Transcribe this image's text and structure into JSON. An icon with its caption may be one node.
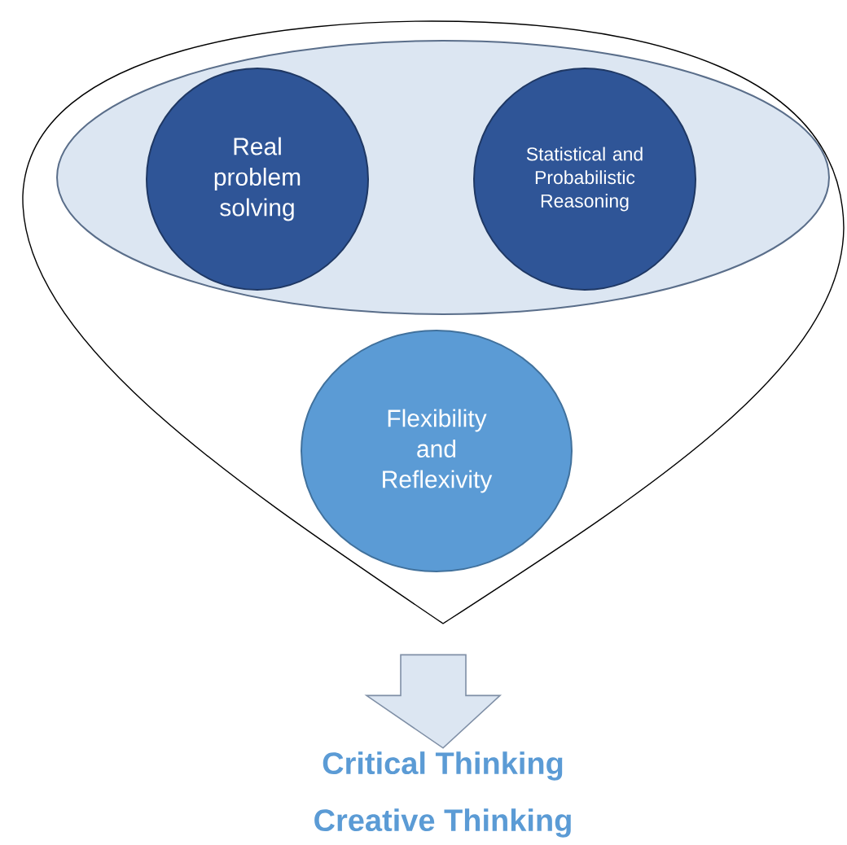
{
  "diagram": {
    "nodes": [
      {
        "text": [],
        "shape": "funnel"
      },
      {
        "text": [],
        "shape": "ellipse",
        "in": 0
      },
      {
        "text": [
          "Real problem solving"
        ],
        "in": 1
      },
      {
        "text": [
          "Statistical and Probabilistic Reasoning"
        ],
        "in": 1
      },
      {
        "text": [
          "Flexibility and Reflexivity"
        ],
        "in": 0
      },
      {
        "text": [
          "Critical Thinking",
          "Creative Thinking"
        ]
      }
    ],
    "edges": [
      {
        "from": 0,
        "to": 5,
        "arrow": "to"
      }
    ]
  }
}
